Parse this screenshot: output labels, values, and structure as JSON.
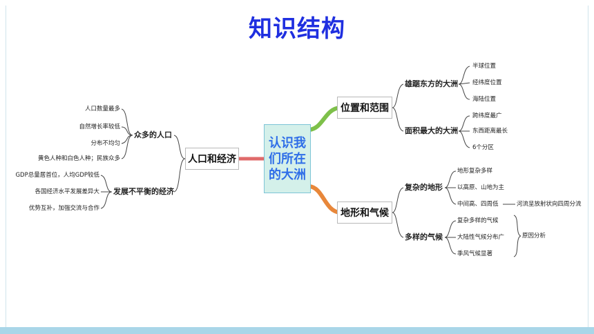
{
  "title": "知识结构",
  "center": "认识我们所在的大洲",
  "branches": {
    "location": {
      "label": "位置和范围",
      "sub1": {
        "label": "雄踞东方的大洲",
        "items": [
          "半球位置",
          "经纬度位置",
          "海陆位置"
        ]
      },
      "sub2": {
        "label": "面积最大的大洲",
        "items": [
          "跨纬度最广",
          "东西距离最长",
          "6个分区"
        ]
      }
    },
    "terrain": {
      "label": "地形和气候",
      "sub1": {
        "label": "复杂的地形",
        "items": [
          "地形复杂多样",
          "以高原、山地为主",
          "中间高、四周低"
        ],
        "note": "河流呈放射状向四周分流"
      },
      "sub2": {
        "label": "多样的气候",
        "items": [
          "复杂多样的气候",
          "大陆性气候分布广",
          "季风气候显著"
        ],
        "note": "原因分析"
      }
    },
    "population": {
      "label": "人口和经济",
      "sub1": {
        "label": "众多的人口",
        "items": [
          "人口数量最多",
          "自然增长率较低",
          "分布不均匀",
          "黄色人种和白色人种；民族众多"
        ]
      },
      "sub2": {
        "label": "发展不平衡的经济",
        "items": [
          "GDP总量居首位，人均GDP较低",
          "各国经济水平发展差异大",
          "优势互补，加强交流与合作"
        ]
      }
    }
  }
}
